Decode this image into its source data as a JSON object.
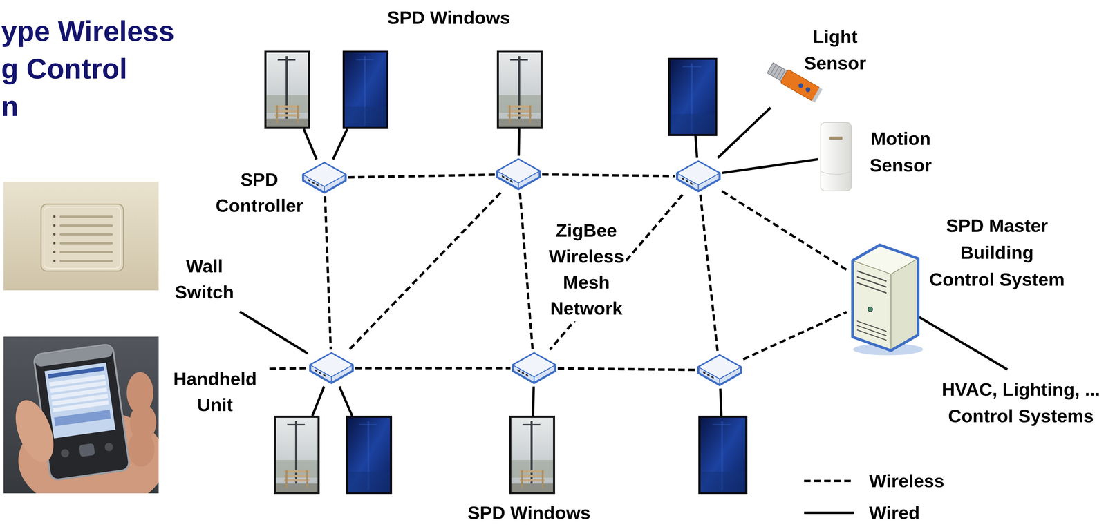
{
  "diagram": {
    "nodes": [
      {
        "text": []
      },
      {
        "text": []
      },
      {
        "text": []
      },
      {
        "text": []
      },
      {
        "text": [
          "Light Sensor"
        ]
      },
      {
        "text": [
          "Motion Sensor"
        ]
      },
      {
        "text": [
          "Wall Switch"
        ]
      },
      {
        "text": [
          "SPD Controller"
        ]
      },
      {
        "text": []
      },
      {
        "text": []
      },
      {
        "text": [
          "SPD Master Building Control System"
        ]
      },
      {
        "text": [
          "Handheld Unit"
        ]
      },
      {
        "text": []
      },
      {
        "text": []
      },
      {
        "text": []
      },
      {
        "text": []
      },
      {
        "text": []
      },
      {
        "text": []
      },
      {
        "text": []
      }
    ],
    "edges": [
      {
        "from": 7,
        "to": 0,
        "arrow": "none"
      },
      {
        "from": 7,
        "to": 1,
        "arrow": "none"
      },
      {
        "from": 8,
        "to": 2,
        "arrow": "none"
      },
      {
        "from": 9,
        "to": 3,
        "arrow": "none"
      },
      {
        "from": 9,
        "to": 4,
        "arrow": "none"
      },
      {
        "from": 9,
        "to": 5,
        "arrow": "none"
      },
      {
        "from": 6,
        "to": 12,
        "arrow": "none"
      },
      {
        "from": 12,
        "to": 15,
        "arrow": "none"
      },
      {
        "from": 12,
        "to": 16,
        "arrow": "none"
      },
      {
        "from": 13,
        "to": 17,
        "arrow": "none"
      },
      {
        "from": 14,
        "to": 18,
        "arrow": "none"
      },
      {
        "from": 7,
        "to": 8,
        "arrow": "none"
      },
      {
        "from": 8,
        "to": 9,
        "arrow": "none"
      },
      {
        "from": 7,
        "to": 12,
        "arrow": "none"
      },
      {
        "from": 8,
        "to": 12,
        "arrow": "none"
      },
      {
        "from": 8,
        "to": 13,
        "arrow": "none"
      },
      {
        "from": 9,
        "to": 13,
        "arrow": "none"
      },
      {
        "from": 9,
        "to": 14,
        "arrow": "none"
      },
      {
        "from": 9,
        "to": 10,
        "arrow": "none"
      },
      {
        "from": 11,
        "to": 12,
        "arrow": "none"
      },
      {
        "from": 12,
        "to": 13,
        "arrow": "none"
      },
      {
        "from": 13,
        "to": 14,
        "arrow": "none"
      },
      {
        "from": 14,
        "to": 10,
        "arrow": "none"
      }
    ],
    "labels": [
      "ype Wireless",
      "g Control",
      "n",
      "SPD Windows",
      "ZigBee Wireless Mesh Network",
      "HVAC, Lighting, ... Control Systems",
      "SPD Windows"
    ],
    "legend": [
      {
        "text": "Wireless"
      },
      {
        "text": "Wired"
      }
    ]
  }
}
